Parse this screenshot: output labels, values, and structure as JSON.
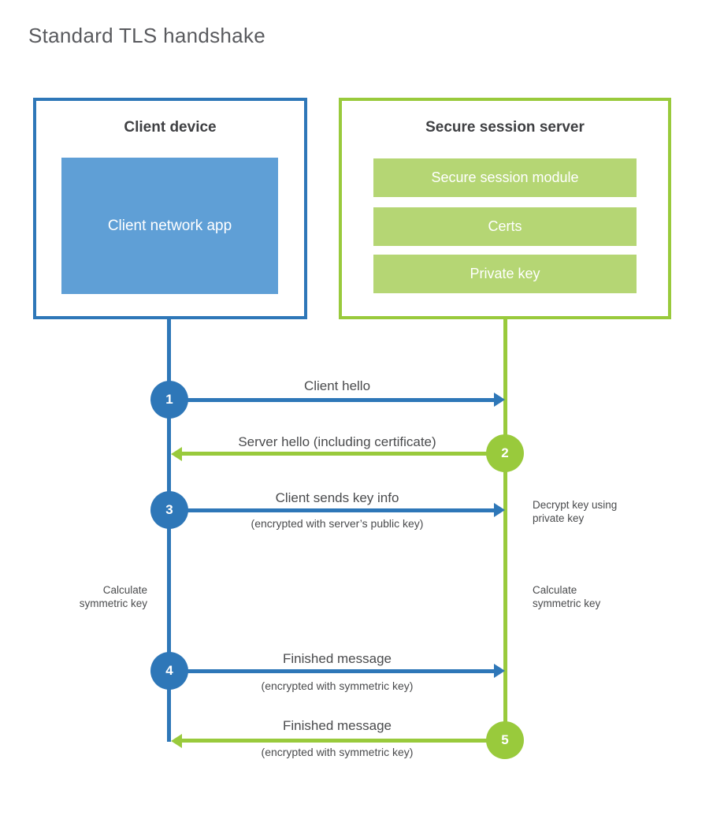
{
  "page": {
    "title": "Standard TLS handshake"
  },
  "colors": {
    "client_blue": "#2e77b8",
    "client_fill_blue": "#5f9fd6",
    "server_green": "#99ca3c",
    "server_fill_green": "#b5d674",
    "heading_text": "#3e3f42",
    "label_text": "#4a4b4d",
    "title_text": "#595a5e",
    "bar_text": "#ffffff"
  },
  "client": {
    "title": "Client device",
    "app_label": "Client network app"
  },
  "server": {
    "title": "Secure session server",
    "modules": [
      "Secure session module",
      "Certs",
      "Private key"
    ]
  },
  "steps": [
    {
      "num": "1",
      "label": "Client hello",
      "direction": "client-to-server"
    },
    {
      "num": "2",
      "label": "Server hello (including certificate)",
      "direction": "server-to-client"
    },
    {
      "num": "3",
      "label": "Client sends key info",
      "sublabel": "(encrypted with server’s public key)",
      "direction": "client-to-server"
    },
    {
      "num": "4",
      "label": "Finished message",
      "sublabel": "(encrypted with symmetric key)",
      "direction": "client-to-server"
    },
    {
      "num": "5",
      "label": "Finished message",
      "sublabel": "(encrypted with symmetric key)",
      "direction": "server-to-client"
    }
  ],
  "notes": {
    "decrypt_key": "Decrypt key using private key",
    "calculate_left": "Calculate symmetric key",
    "calculate_right": "Calculate symmetric key"
  }
}
